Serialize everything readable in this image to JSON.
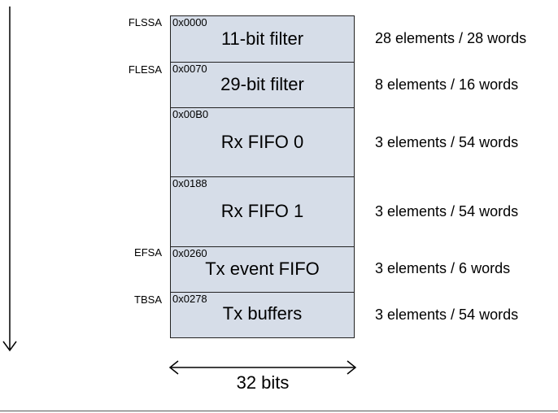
{
  "blocks": [
    {
      "register": "FLSSA",
      "address": "0x0000",
      "name": "11-bit filter",
      "size": "28 elements / 28 words"
    },
    {
      "register": "FLESA",
      "address": "0x0070",
      "name": "29-bit filter",
      "size": "8 elements / 16 words"
    },
    {
      "register": "",
      "address": "0x00B0",
      "name": "Rx FIFO 0",
      "size": "3 elements / 54 words"
    },
    {
      "register": "",
      "address": "0x0188",
      "name": "Rx FIFO 1",
      "size": "3 elements / 54 words"
    },
    {
      "register": "EFSA",
      "address": "0x0260",
      "name": "Tx event FIFO",
      "size": "3 elements / 6 words"
    },
    {
      "register": "TBSA",
      "address": "0x0278",
      "name": "Tx buffers",
      "size": "3 elements / 54 words"
    }
  ],
  "width_label": "32 bits",
  "colors": {
    "block_fill": "#d6dde8",
    "border": "#222222"
  }
}
